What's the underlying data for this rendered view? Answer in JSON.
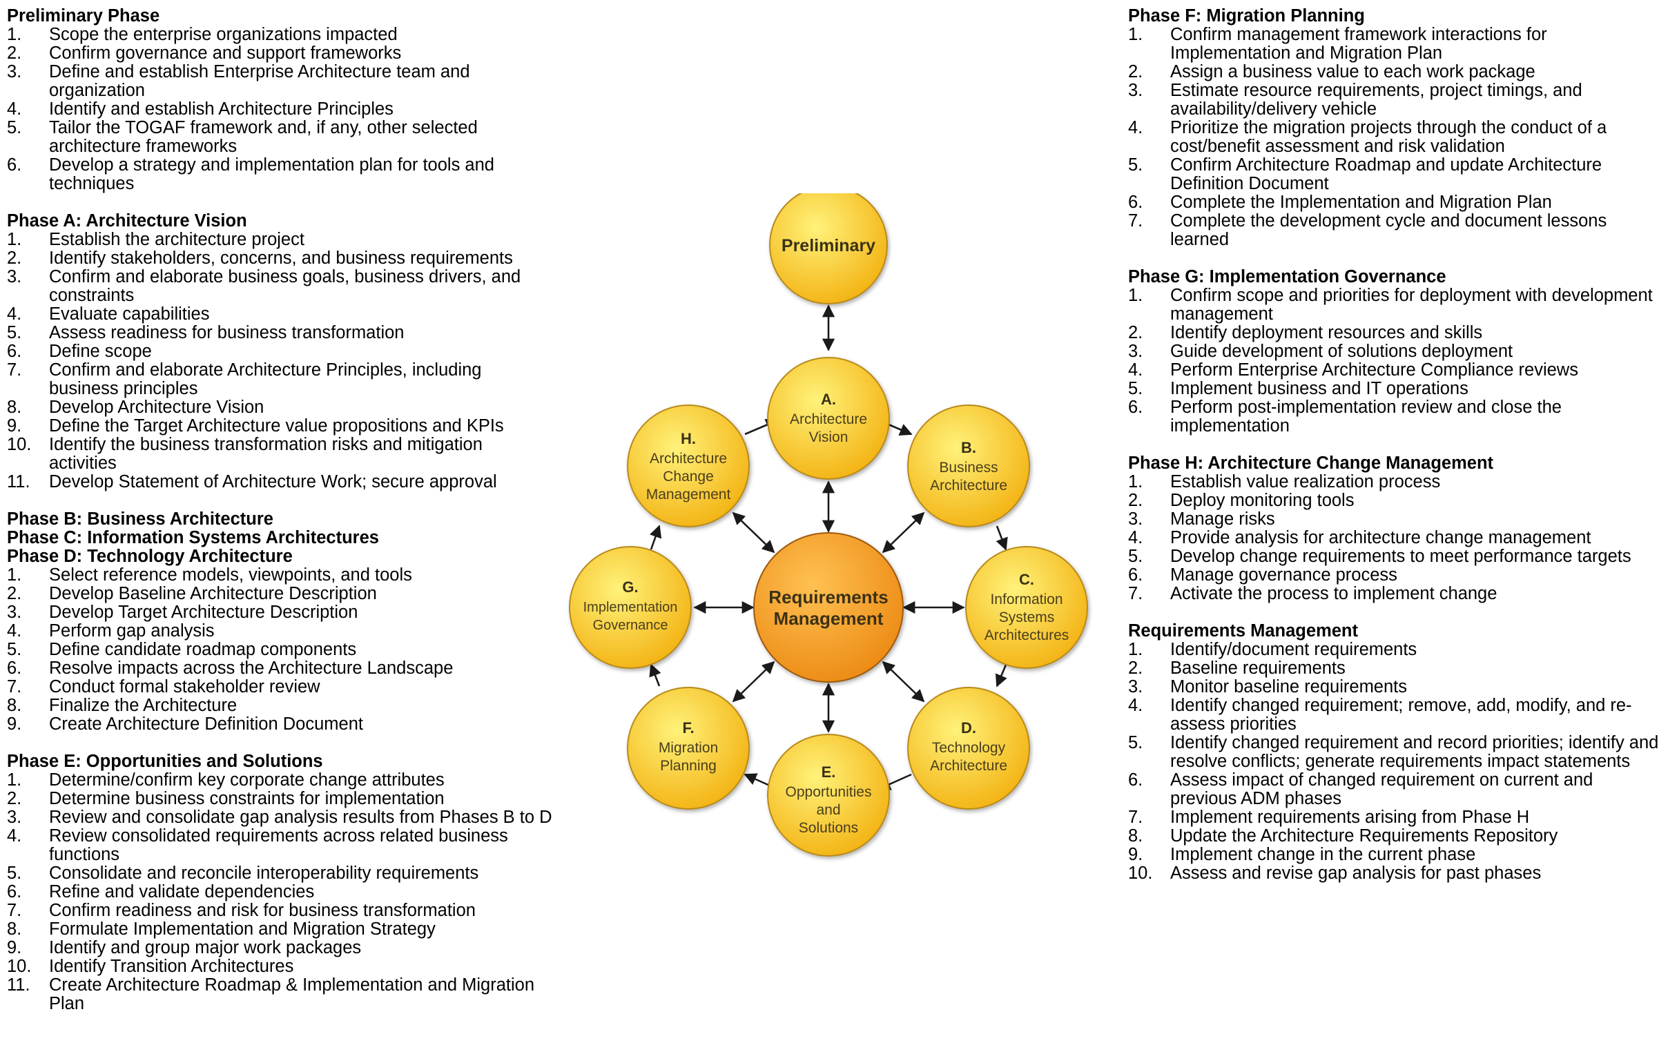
{
  "left_column": {
    "preliminary": {
      "heading": "Preliminary Phase",
      "steps": [
        {
          "n": "1.",
          "text": "Scope the enterprise organizations impacted"
        },
        {
          "n": "2.",
          "text": "Confirm governance and support frameworks"
        },
        {
          "n": "3.",
          "text": "Define and establish Enterprise Architecture team and organization"
        },
        {
          "n": "4.",
          "text": "Identify and establish Architecture Principles"
        },
        {
          "n": "5.",
          "text": "Tailor the TOGAF framework and, if any, other selected architecture frameworks"
        },
        {
          "n": "6.",
          "text": "Develop a strategy and implementation plan for tools and techniques"
        }
      ]
    },
    "phase_a": {
      "heading": "Phase A: Architecture Vision",
      "steps": [
        {
          "n": "1.",
          "text": "Establish the architecture project"
        },
        {
          "n": "2.",
          "text": "Identify stakeholders, concerns, and business requirements"
        },
        {
          "n": "3.",
          "text": "Confirm and elaborate business goals, business drivers, and constraints"
        },
        {
          "n": "4.",
          "text": "Evaluate capabilities"
        },
        {
          "n": "5.",
          "text": "Assess readiness for business transformation"
        },
        {
          "n": "6.",
          "text": "Define scope"
        },
        {
          "n": "7.",
          "text": "Confirm and elaborate Architecture Principles, including business principles"
        },
        {
          "n": "8.",
          "text": "Develop Architecture Vision"
        },
        {
          "n": "9.",
          "text": "Define the Target Architecture value propositions and KPIs"
        },
        {
          "n": "10.",
          "text": "Identify the business transformation risks and mitigation activities"
        },
        {
          "n": "11.",
          "text": "Develop Statement of Architecture Work; secure approval"
        }
      ]
    },
    "phase_bcd": {
      "headings": [
        "Phase B: Business Architecture",
        "Phase C: Information Systems Architectures",
        "Phase D: Technology Architecture"
      ],
      "steps": [
        {
          "n": "1.",
          "text": "Select reference models, viewpoints, and tools"
        },
        {
          "n": "2.",
          "text": "Develop Baseline Architecture Description"
        },
        {
          "n": "3.",
          "text": "Develop Target Architecture Description"
        },
        {
          "n": "4.",
          "text": "Perform gap analysis"
        },
        {
          "n": "5.",
          "text": "Define candidate roadmap components"
        },
        {
          "n": "6.",
          "text": "Resolve impacts across the Architecture Landscape"
        },
        {
          "n": "7.",
          "text": "Conduct formal stakeholder review"
        },
        {
          "n": "8.",
          "text": "Finalize the Architecture"
        },
        {
          "n": "9.",
          "text": "Create Architecture Definition Document"
        }
      ]
    },
    "phase_e": {
      "heading": "Phase E: Opportunities and Solutions",
      "steps": [
        {
          "n": "1.",
          "text": "Determine/confirm key corporate change attributes"
        },
        {
          "n": "2.",
          "text": "Determine business constraints for implementation"
        },
        {
          "n": "3.",
          "text": "Review and consolidate gap analysis results from Phases B to D"
        },
        {
          "n": "4.",
          "text": "Review consolidated requirements across related business functions"
        },
        {
          "n": "5.",
          "text": "Consolidate and reconcile interoperability requirements"
        },
        {
          "n": "6.",
          "text": "Refine and validate dependencies"
        },
        {
          "n": "7.",
          "text": "Confirm readiness and risk for business transformation"
        },
        {
          "n": "8.",
          "text": "Formulate Implementation and Migration Strategy"
        },
        {
          "n": "9.",
          "text": "Identify and group major work packages"
        },
        {
          "n": "10.",
          "text": "Identify Transition Architectures"
        },
        {
          "n": "11.",
          "text": "Create Architecture Roadmap & Implementation and Migration Plan"
        }
      ]
    }
  },
  "right_column": {
    "phase_f": {
      "heading": "Phase F: Migration Planning",
      "steps": [
        {
          "n": "1.",
          "text": "Confirm management framework interactions for Implementation and Migration Plan"
        },
        {
          "n": "2.",
          "text": "Assign a business value to each work package"
        },
        {
          "n": "3.",
          "text": "Estimate resource requirements, project timings, and availability/delivery vehicle"
        },
        {
          "n": "4.",
          "text": "Prioritize the migration projects through the conduct of a cost/benefit assessment and risk validation"
        },
        {
          "n": "5.",
          "text": "Confirm Architecture Roadmap and update Architecture Definition Document"
        },
        {
          "n": "6.",
          "text": "Complete the Implementation and Migration Plan"
        },
        {
          "n": "7.",
          "text": "Complete the development cycle and document lessons learned"
        }
      ]
    },
    "phase_g": {
      "heading": "Phase G: Implementation Governance",
      "steps": [
        {
          "n": "1.",
          "text": "Confirm scope and priorities for deployment with development management"
        },
        {
          "n": "2.",
          "text": "Identify deployment resources and skills"
        },
        {
          "n": "3.",
          "text": "Guide development of solutions deployment"
        },
        {
          "n": "4.",
          "text": "Perform Enterprise Architecture Compliance reviews"
        },
        {
          "n": "5.",
          "text": "Implement business and IT operations"
        },
        {
          "n": "6.",
          "text": "Perform post-implementation review and close the implementation"
        }
      ]
    },
    "phase_h": {
      "heading": "Phase H: Architecture Change Management",
      "steps": [
        {
          "n": "1.",
          "text": "Establish value realization process"
        },
        {
          "n": "2.",
          "text": "Deploy monitoring tools"
        },
        {
          "n": "3.",
          "text": "Manage risks"
        },
        {
          "n": "4.",
          "text": "Provide analysis for architecture change management"
        },
        {
          "n": "5.",
          "text": "Develop change requirements to meet performance targets"
        },
        {
          "n": "6.",
          "text": "Manage governance process"
        },
        {
          "n": "7.",
          "text": "Activate the process to implement change"
        }
      ]
    },
    "requirements": {
      "heading": "Requirements Management",
      "steps": [
        {
          "n": "1.",
          "text": "Identify/document requirements"
        },
        {
          "n": "2.",
          "text": "Baseline requirements"
        },
        {
          "n": "3.",
          "text": "Monitor baseline requirements"
        },
        {
          "n": "4.",
          "text": "Identify changed requirement; remove, add, modify, and re-assess priorities"
        },
        {
          "n": "5.",
          "text": "Identify changed requirement and record priorities; identify and resolve conflicts; generate requirements impact statements"
        },
        {
          "n": "6.",
          "text": "Assess impact of changed requirement on current and previous ADM phases"
        },
        {
          "n": "7.",
          "text": "Implement requirements arising from Phase H"
        },
        {
          "n": "8.",
          "text": "Update the Architecture Requirements Repository"
        },
        {
          "n": "9.",
          "text": "Implement change in the current phase"
        },
        {
          "n": "10.",
          "text": "Assess and revise gap analysis for past phases"
        }
      ]
    }
  },
  "diagram": {
    "colors": {
      "node_fill_light": "#fff27a",
      "node_fill_dark": "#f3b212",
      "node_stroke": "#b88a1a",
      "center_fill_light": "#ffc152",
      "center_fill_dark": "#ec8a14",
      "center_stroke": "#9e5a10",
      "arrow": "#1a1a1a"
    },
    "preliminary": {
      "title": "Preliminary"
    },
    "center": {
      "line1": "Requirements",
      "line2": "Management"
    },
    "phases": {
      "a": {
        "letter": "A.",
        "line1": "Architecture",
        "line2": "Vision"
      },
      "b": {
        "letter": "B.",
        "line1": "Business",
        "line2": "Architecture"
      },
      "c": {
        "letter": "C.",
        "line1": "Information",
        "line2": "Systems",
        "line3": "Architectures"
      },
      "d": {
        "letter": "D.",
        "line1": "Technology",
        "line2": "Architecture"
      },
      "e": {
        "letter": "E.",
        "line1": "Opportunities",
        "line2": "and",
        "line3": "Solutions"
      },
      "f": {
        "letter": "F.",
        "line1": "Migration",
        "line2": "Planning"
      },
      "g": {
        "letter": "G.",
        "line1": "Implementation",
        "line2": "Governance"
      },
      "h": {
        "letter": "H.",
        "line1": "Architecture",
        "line2": "Change",
        "line3": "Management"
      }
    }
  }
}
